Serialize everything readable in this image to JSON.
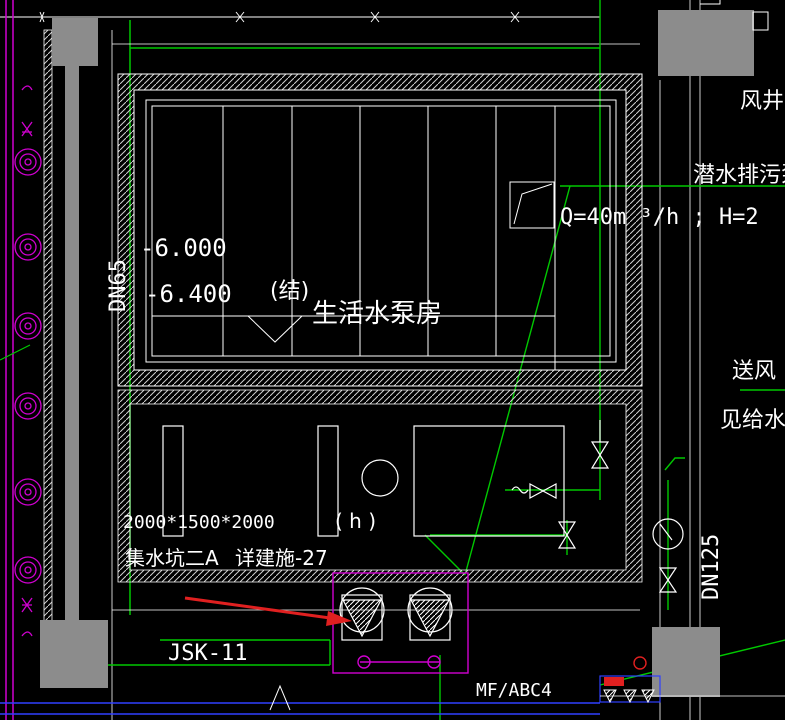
{
  "labels": {
    "air_shaft": "风井",
    "sewage_pump": "潜水排污泵",
    "pump_spec": "Q=40m ³/h ; H=2",
    "pipe_dn65": "DN65",
    "elev_1": "-6.000",
    "elev_2": "-6.400",
    "struct_note": "(结)",
    "room_name": "生活水泵房",
    "air_supply": "送风",
    "see_supply": "见给水",
    "pipe_dn125": "DN125",
    "pit_size": "2000*1500*2000",
    "h_note": "( h )",
    "pit_name": "集水坑二A",
    "pit_ref": "详建施-27",
    "pit_code": "JSK-11",
    "extinguisher": "MF/ABC4"
  },
  "colors": {
    "background": "#000000",
    "wall": "#ffffff",
    "hatch": "#cfcfcf",
    "pipe_green": "#00c800",
    "pipe_magenta": "#d000d0",
    "column": "#8c8c8c",
    "arrow": "#e02020",
    "blue": "#3040ff"
  }
}
